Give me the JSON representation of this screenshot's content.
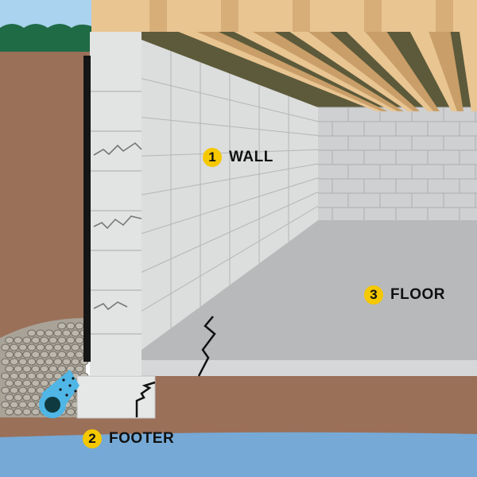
{
  "labels": [
    {
      "number": "1",
      "text": "WALL"
    },
    {
      "number": "2",
      "text": "FOOTER"
    },
    {
      "number": "3",
      "text": "FLOOR"
    }
  ],
  "colors": {
    "badge": "#f5c800",
    "soil": "#9a7059",
    "water": "#76a9d6",
    "wall": "#d9dadb",
    "floor": "#b7b8b9",
    "wood": "#e9c592",
    "pipe": "#4fb6e6"
  }
}
